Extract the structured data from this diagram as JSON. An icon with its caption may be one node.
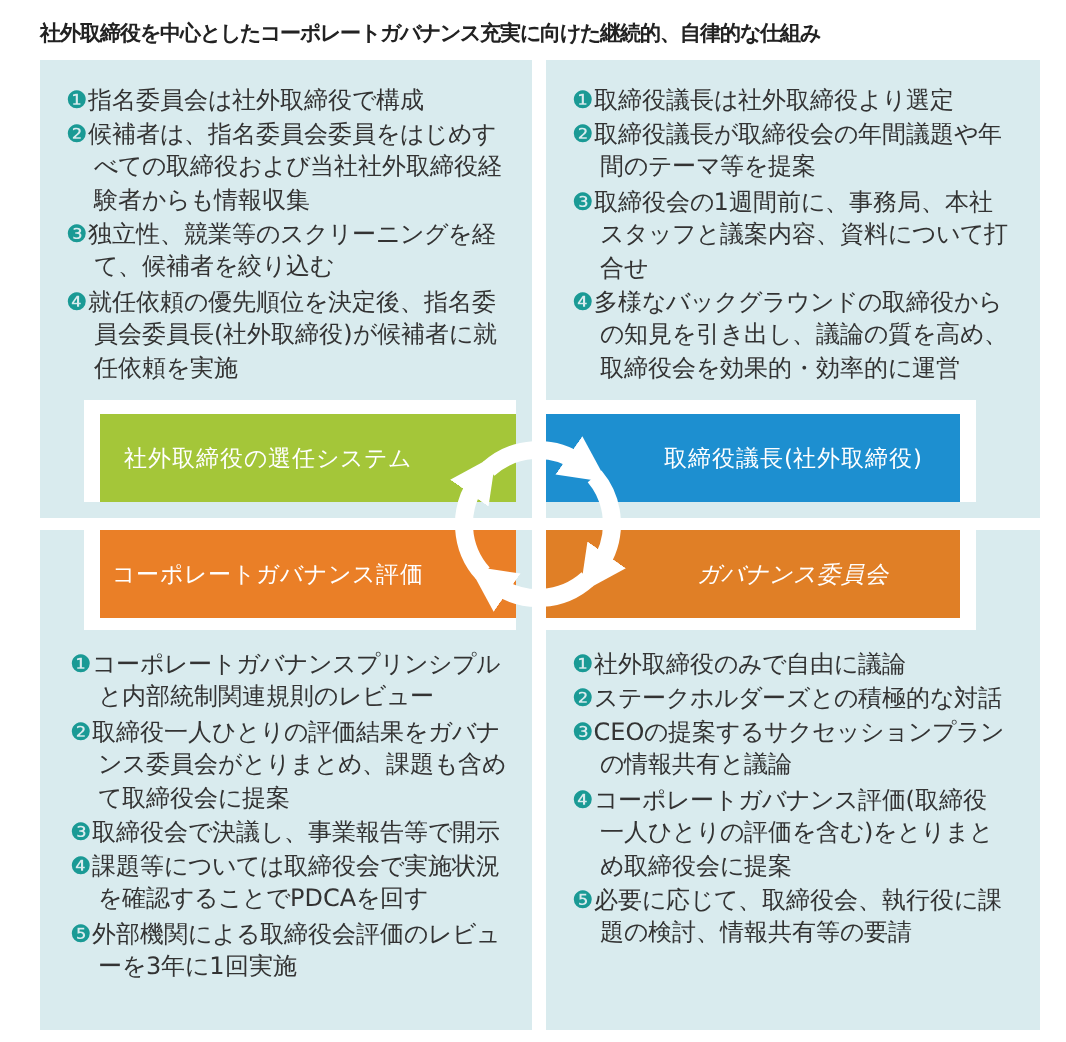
{
  "diagram": {
    "title": "社外取締役を中心としたコーポレートガバナンス充実に向けた継続的、自律的な仕組み",
    "nodes": [
      {
        "text": [
          "❶指名委員会は社外取締役で構成",
          "❷候補者は、指名委員会委員をはじめすべての取締役および当社社外取締役経験者からも情報収集",
          "❸独立性、競業等のスクリーニングを経て、候補者を絞り込む",
          "❹就任依頼の優先順位を決定後、指名委員会委員長(社外取締役)が候補者に就任依頼を実施"
        ]
      },
      {
        "text": [
          "❶取締役議長は社外取締役より選定",
          "❷取締役議長が取締役会の年間議題や年間のテーマ等を提案",
          "❸取締役会の1週間前に、事務局、本社スタッフと議案内容、資料について打合せ",
          "❹多様なバックグラウンドの取締役からの知見を引き出し、議論の質を高め、取締役会を効果的・効率的に運営"
        ]
      },
      {
        "text": [
          "❶コーポレートガバナンスプリンシプルと内部統制関連規則のレビュー",
          "❷取締役一人ひとりの評価結果をガバナンス委員会がとりまとめ、課題も含めて取締役会に提案",
          "❸取締役会で決議し、事業報告等で開示",
          "❹課題等については取締役会で実施状況を確認することでPDCAを回す",
          "❺外部機関による取締役会評価のレビューを3年に1回実施"
        ]
      },
      {
        "text": [
          "❶社外取締役のみで自由に議論",
          "❷ステークホルダーズとの積極的な対話",
          "❸CEOの提案するサクセッションプランの情報共有と議論",
          "❹コーポレートガバナンス評価(取締役一人ひとりの評価を含む)をとりまとめ取締役会に提案",
          "❺必要に応じて、取締役会、執行役に課題の検討、情報共有等の要請"
        ]
      },
      {
        "text": [
          "社外取締役の選任システム"
        ],
        "in": 0
      },
      {
        "text": [
          "取締役議長(社外取締役)"
        ],
        "in": 1
      },
      {
        "text": [
          "コーポレートガバナンス評価"
        ],
        "in": 2
      },
      {
        "text": [
          "ガバナンス委員会"
        ],
        "in": 3
      }
    ],
    "edges": [
      {
        "from": 4,
        "to": 5,
        "arrow": "to"
      },
      {
        "from": 5,
        "to": 7,
        "arrow": "to"
      },
      {
        "from": 7,
        "to": 6,
        "arrow": "to"
      },
      {
        "from": 6,
        "to": 4,
        "arrow": "to"
      }
    ]
  }
}
